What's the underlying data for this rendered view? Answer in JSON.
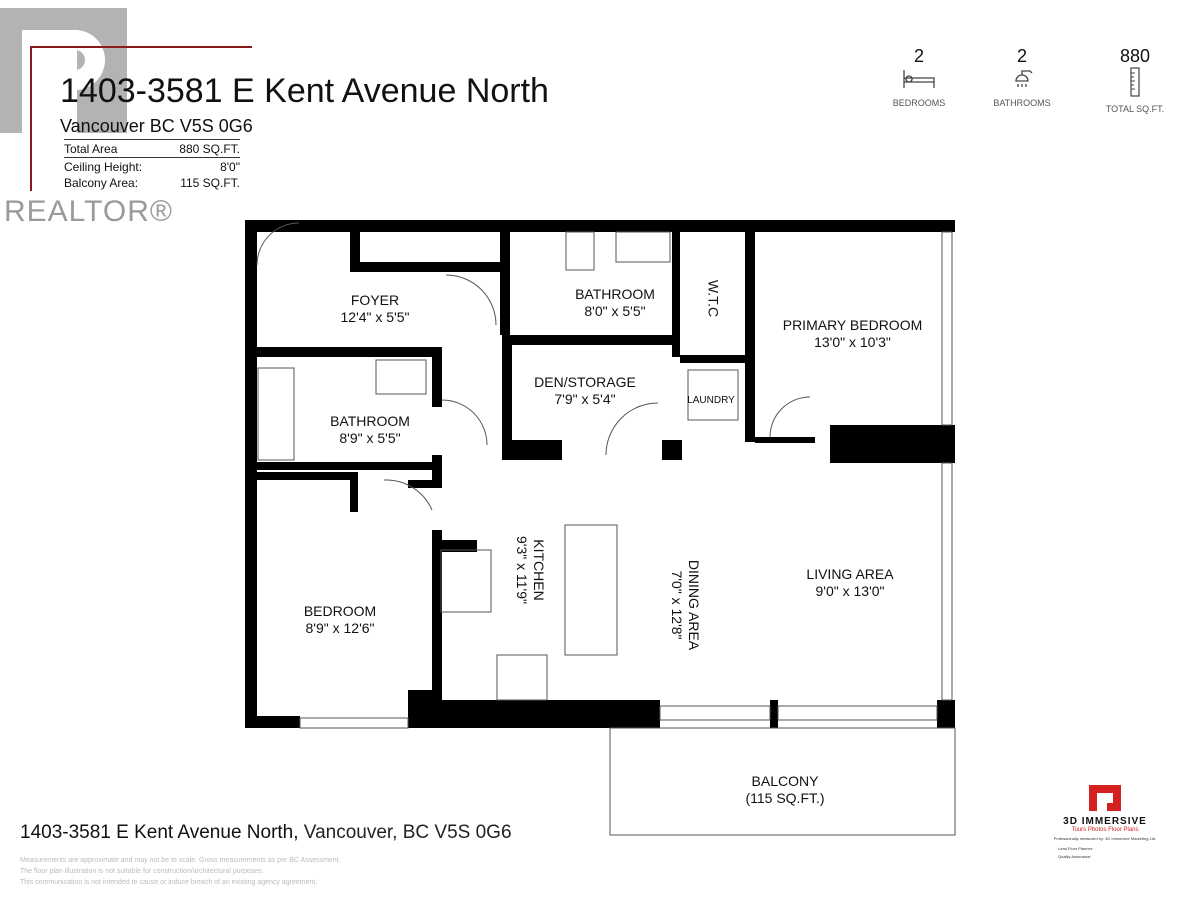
{
  "watermark": {
    "text": "REALTOR®"
  },
  "header": {
    "title": "1403-3581 E Kent Avenue North",
    "subtitle": "Vancouver BC V5S 0G6",
    "specs": [
      {
        "label": "Total Area",
        "value": "880 SQ.FT."
      },
      {
        "label": "Ceiling Height:",
        "value": "8'0\""
      },
      {
        "label": "Balcony Area:",
        "value": "115 SQ.FT."
      }
    ]
  },
  "stats": [
    {
      "value": "2",
      "label": "BEDROOMS",
      "icon": "bed-icon"
    },
    {
      "value": "2",
      "label": "BATHROOMS",
      "icon": "shower-icon"
    },
    {
      "value": "880",
      "label": "TOTAL SQ.FT.",
      "icon": "ruler-icon"
    }
  ],
  "rooms": {
    "foyer": {
      "name": "FOYER",
      "dim": "12'4\" x 5'5\""
    },
    "bath1": {
      "name": "BATHROOM",
      "dim": "8'0\" x 5'5\""
    },
    "wtc": {
      "name": "W.T.C"
    },
    "primary": {
      "name": "PRIMARY BEDROOM",
      "dim": "13'0\" x 10'3\""
    },
    "bath2": {
      "name": "BATHROOM",
      "dim": "8'9\" x 5'5\""
    },
    "den": {
      "name": "DEN/STORAGE",
      "dim": "7'9\" x 5'4\""
    },
    "laundry": {
      "name": "LAUNDRY"
    },
    "kitchen": {
      "name": "KITCHEN",
      "dim": "9'3\" x 11'9\""
    },
    "dining": {
      "name": "DINING AREA",
      "dim": "7'0\" x 12'8\""
    },
    "living": {
      "name": "LIVING AREA",
      "dim": "9'0\" x 13'0\""
    },
    "bedroom": {
      "name": "BEDROOM",
      "dim": "8'9\" x 12'6\""
    },
    "balcony": {
      "name": "BALCONY",
      "dim": "(115 SQ.FT.)"
    }
  },
  "footer": {
    "address": "1403-3581 E Kent Avenue North,",
    "city": " Vancouver, BC V5S 0G6",
    "disclaimers": [
      "Measurements are approximate and may not be to scale. Gross measurements as per BC Assessment.",
      "The floor plan illustration is not suitable for construction/architectural purposes.",
      "This communication is not intended to cause or induce breach of an existing agency agreement."
    ]
  },
  "brand": {
    "name": "3D IMMERSIVE",
    "tagline": "Tours  Photos  Floor Plans",
    "credit": "Professionally measured by: 3D Immersive Marketing Ltd.",
    "lead_label": "Lead Floor Planner:",
    "qa_label": "Quality Assurance:",
    "accent": "#d4211f"
  }
}
